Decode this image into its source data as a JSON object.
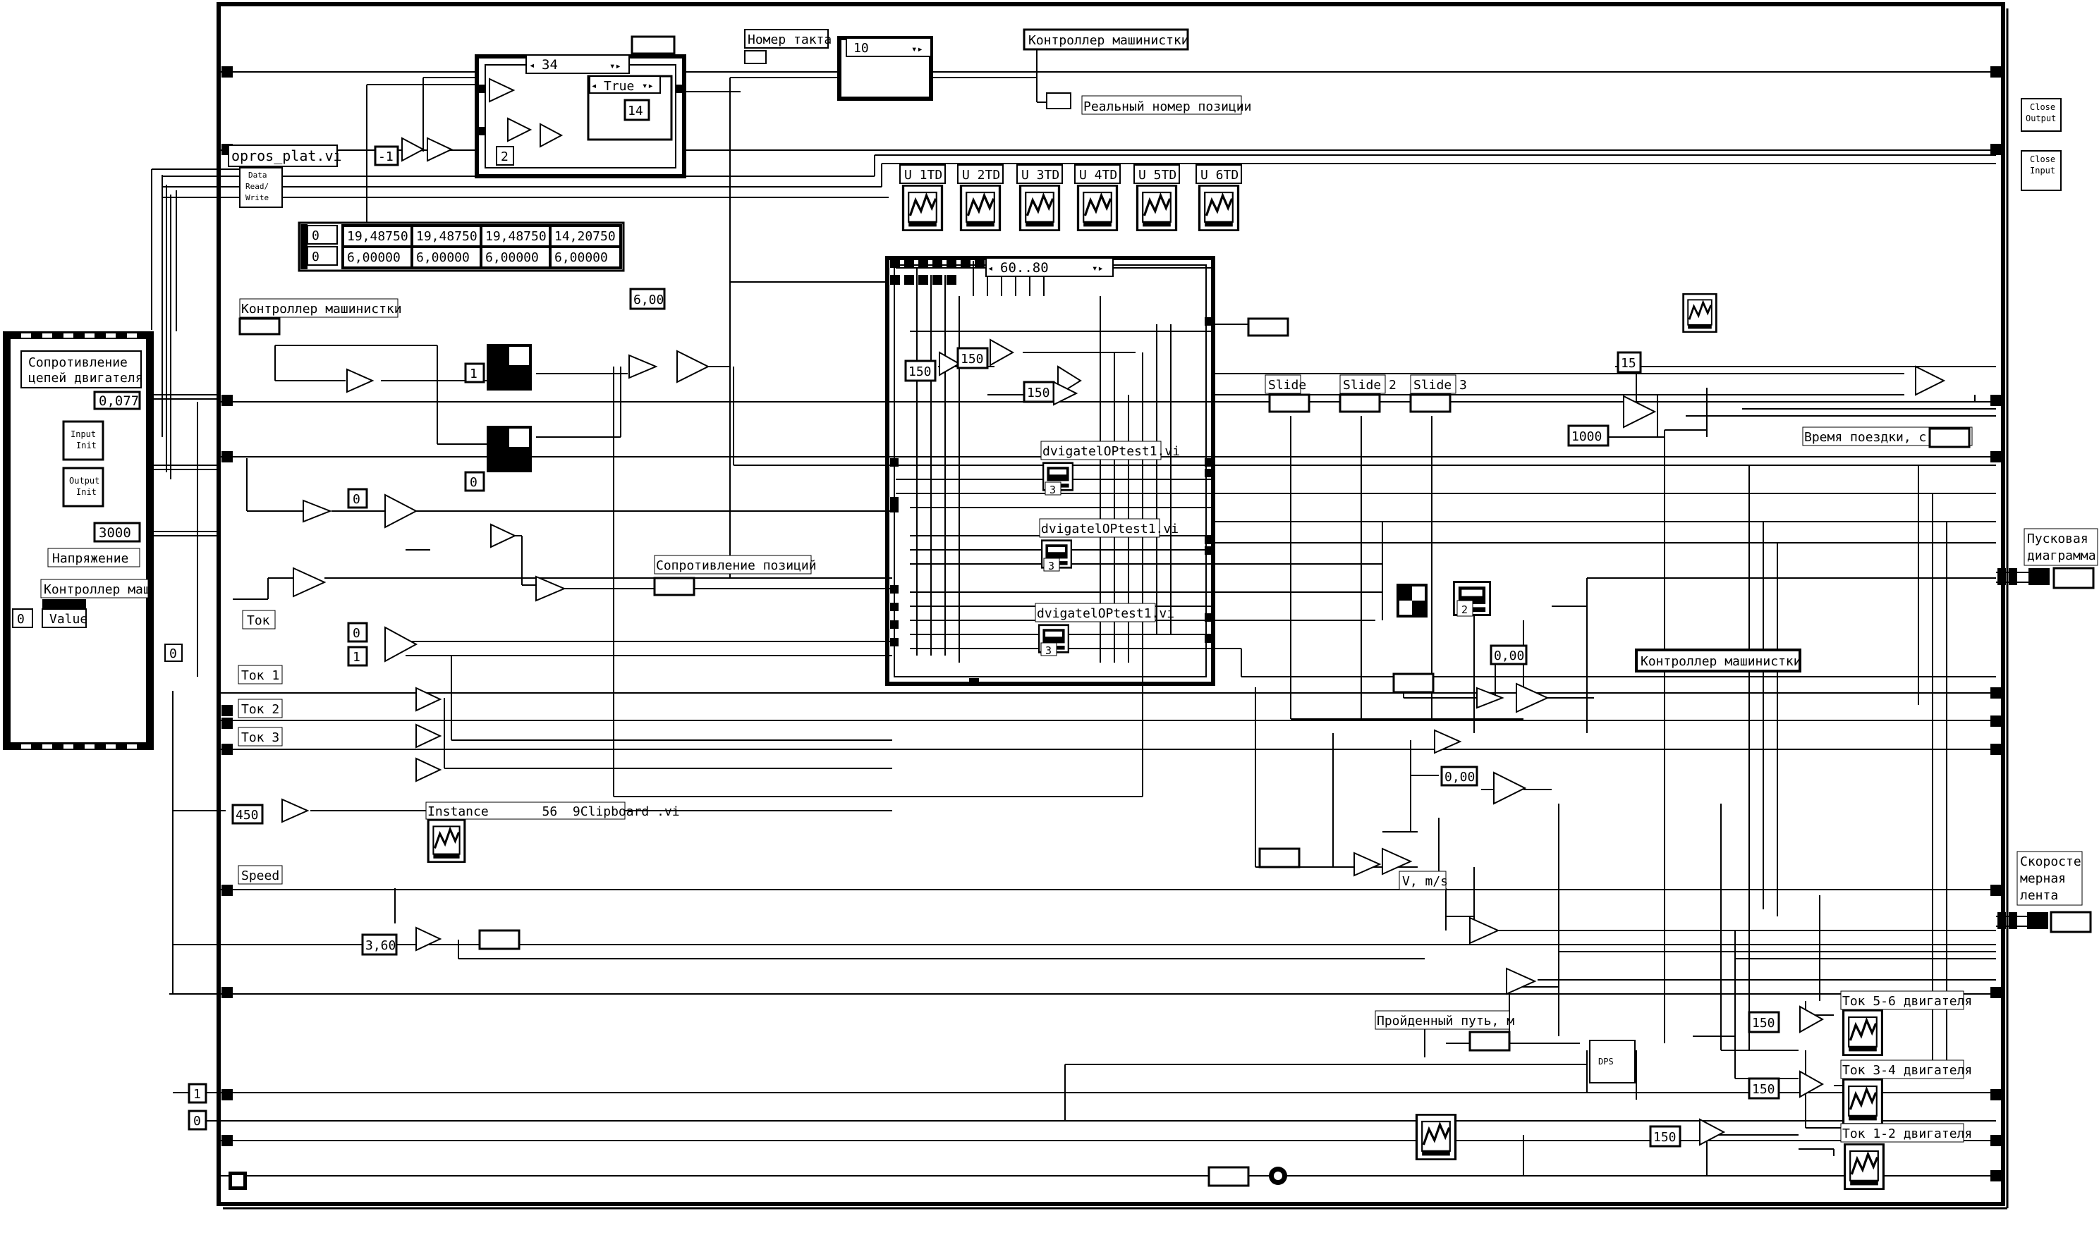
{
  "top": {
    "case_34": "34",
    "case_true": "True",
    "const_14": "14",
    "const_2": "2",
    "const_minus1": "-1",
    "nomer_takta": "Номер такта",
    "const_10": "10",
    "kontroller_top": "Контроллер машинистки",
    "real_pos": "Реальный номер позиции",
    "opros": "opros_plat.vi",
    "opros_terms": [
      "Data",
      "Read/",
      "Write"
    ],
    "close_output": [
      "Close",
      "Output"
    ],
    "close_input": [
      "Close",
      "Input"
    ]
  },
  "array": {
    "idx": [
      "0",
      "0"
    ],
    "rows": [
      [
        "19,48750",
        "19,48750",
        "19,48750",
        "14,20750"
      ],
      [
        "6,00000",
        "6,00000",
        "6,00000",
        "6,00000"
      ]
    ]
  },
  "left_panel": {
    "resistance": "Сопротивление цепей двигателя",
    "resistance_val": "0,077",
    "input_init": [
      "Input",
      "Init"
    ],
    "output_init": [
      "Output",
      "Init"
    ],
    "voltage_val": "3000",
    "voltage": "Напряжение",
    "controller": "Контроллер маш",
    "zero": "0",
    "value": "Value"
  },
  "consts": {
    "c600": "6,00",
    "c1a": "1",
    "c0a": "0",
    "c0b": "0",
    "c0c": "0",
    "c1b": "1",
    "c0left": "0",
    "c450": "450",
    "c360": "3,60",
    "c1bot": "1",
    "c0bot": "0"
  },
  "labels": {
    "kontroller_mid": "Контроллер машинистки",
    "soprot_pos": "Сопротивление позиций",
    "tok": "Ток",
    "tok1": "Ток 1",
    "tok2": "Ток 2",
    "tok3": "Ток 3",
    "instance": "Instance       56  9Clipboard .vi",
    "speed": "Speed"
  },
  "center": {
    "u_labels": [
      "U 1TD",
      "U 2TD",
      "U 3TD",
      "U 4TD",
      "U 5TD",
      "U 6TD"
    ],
    "range": "60..80",
    "c150a": "150",
    "c150b": "150",
    "c150c": "150",
    "dv1": "dvigatelOPtest1.vi",
    "dv2": "dvigatelOPtest1.vi",
    "dv3": "dvigatelOPtest1.vi",
    "n3a": "3",
    "n3b": "3",
    "n3c": "3"
  },
  "right": {
    "slide": "Slide",
    "slide2": "Slide 2",
    "slide3": "Slide 3",
    "c15": "15",
    "c1000": "1000",
    "vremya": "Время поездки, с",
    "puskovaya": [
      "Пусковая",
      "диаграмма"
    ],
    "c000a": "0,00",
    "kontroller_right": "Контроллер машинистки",
    "c000b": "0,00",
    "vms": "V, m/s",
    "skorost": [
      "Скоросте",
      "мерная",
      "лента"
    ],
    "proiden": "Пройденный путь, м",
    "dps": "DPS",
    "n2": "2",
    "c150d": "150",
    "c150e": "150",
    "c150f": "150",
    "tok56": "Ток 5-6 двигателя",
    "tok34": "Ток 3-4 двигателя",
    "tok12": "Ток 1-2 двигателя"
  }
}
